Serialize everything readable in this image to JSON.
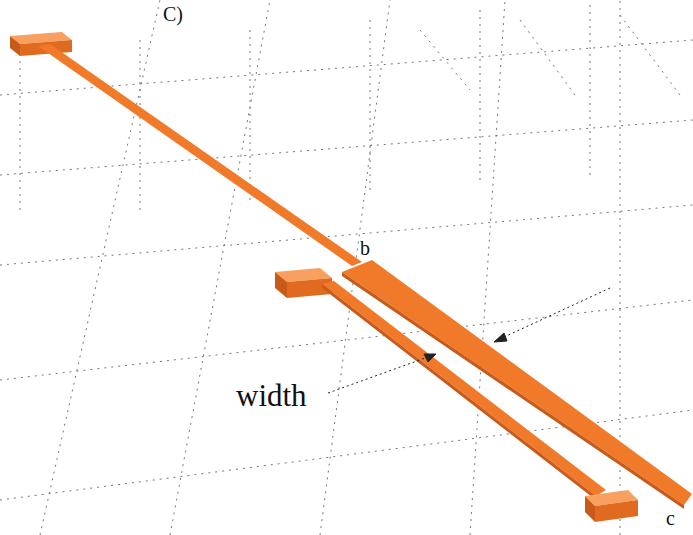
{
  "diagram": {
    "labels": [
      "C)",
      "b",
      "width",
      "c"
    ]
  }
}
